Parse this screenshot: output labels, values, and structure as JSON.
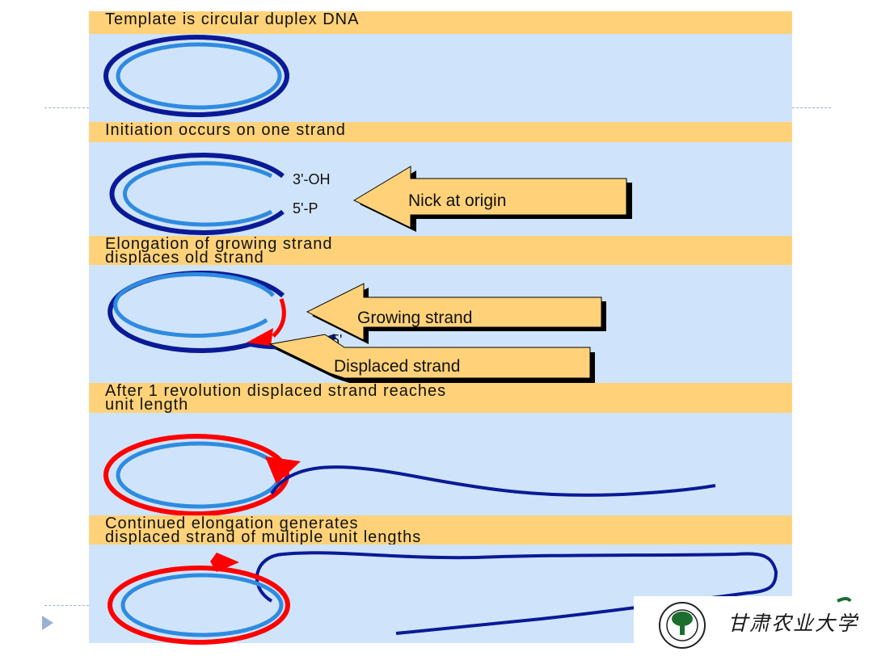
{
  "steps": [
    {
      "caption": "Template is circular duplex DNA"
    },
    {
      "caption": "Initiation occurs on one strand",
      "labels": {
        "three_prime": "3'-OH",
        "five_prime": "5'-P",
        "nick": "Nick at origin"
      }
    },
    {
      "caption": "Elongation of growing strand\ndisplaces old strand",
      "labels": {
        "growing": "Growing strand",
        "five_prime": "5'",
        "displaced": "Displaced strand"
      }
    },
    {
      "caption": "After 1 revolution displaced strand reaches\nunit length"
    },
    {
      "caption": "Continued elongation generates\ndisplaced strand of multiple unit lengths"
    }
  ],
  "logo": {
    "name": "甘肃农业大学"
  },
  "colors": {
    "caption_band": "#ffd27a",
    "panel": "#cfe4fa",
    "dark_strand": "#0a1a96",
    "light_strand": "#2f8be0",
    "new_strand": "#ff0000",
    "arrow_fill": "#ffd27a"
  }
}
